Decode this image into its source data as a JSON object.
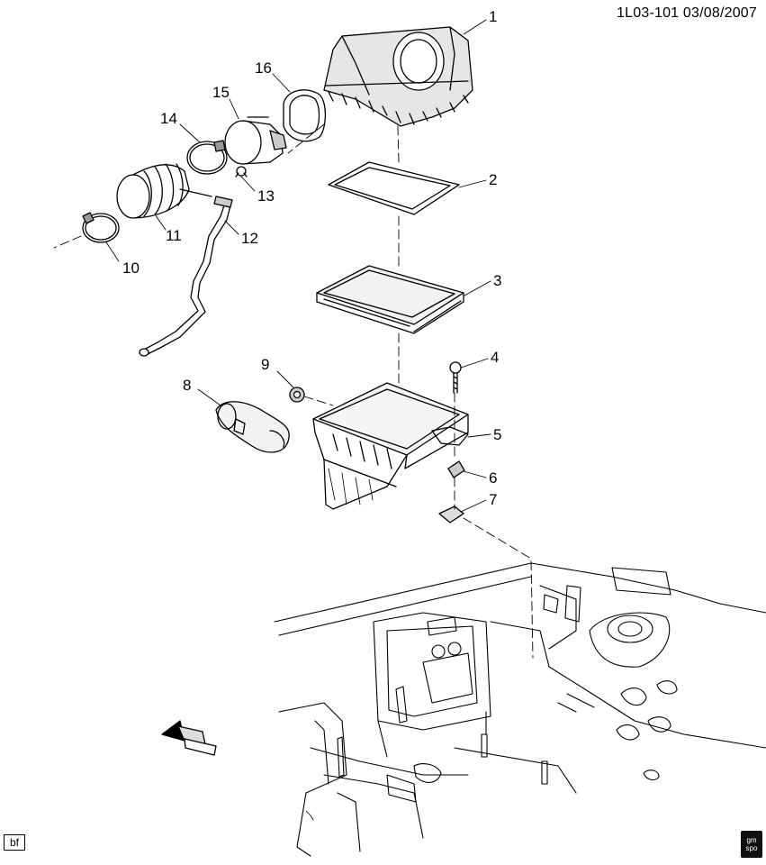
{
  "header": {
    "ref": "1L03-101  03/08/2007"
  },
  "callouts": [
    {
      "num": "1"
    },
    {
      "num": "2"
    },
    {
      "num": "3"
    },
    {
      "num": "4"
    },
    {
      "num": "5"
    },
    {
      "num": "6"
    },
    {
      "num": "7"
    },
    {
      "num": "8"
    },
    {
      "num": "9"
    },
    {
      "num": "10"
    },
    {
      "num": "11"
    },
    {
      "num": "12"
    },
    {
      "num": "13"
    },
    {
      "num": "14"
    },
    {
      "num": "15"
    },
    {
      "num": "16"
    }
  ],
  "footer": {
    "bf": "bf",
    "logo": "gm spo"
  },
  "colors": {
    "line": "#000000",
    "background": "#ffffff",
    "shade": "#d9d9d9"
  },
  "icons": [
    "front-direction-arrow-icon",
    "gm-spo-logo-icon"
  ]
}
